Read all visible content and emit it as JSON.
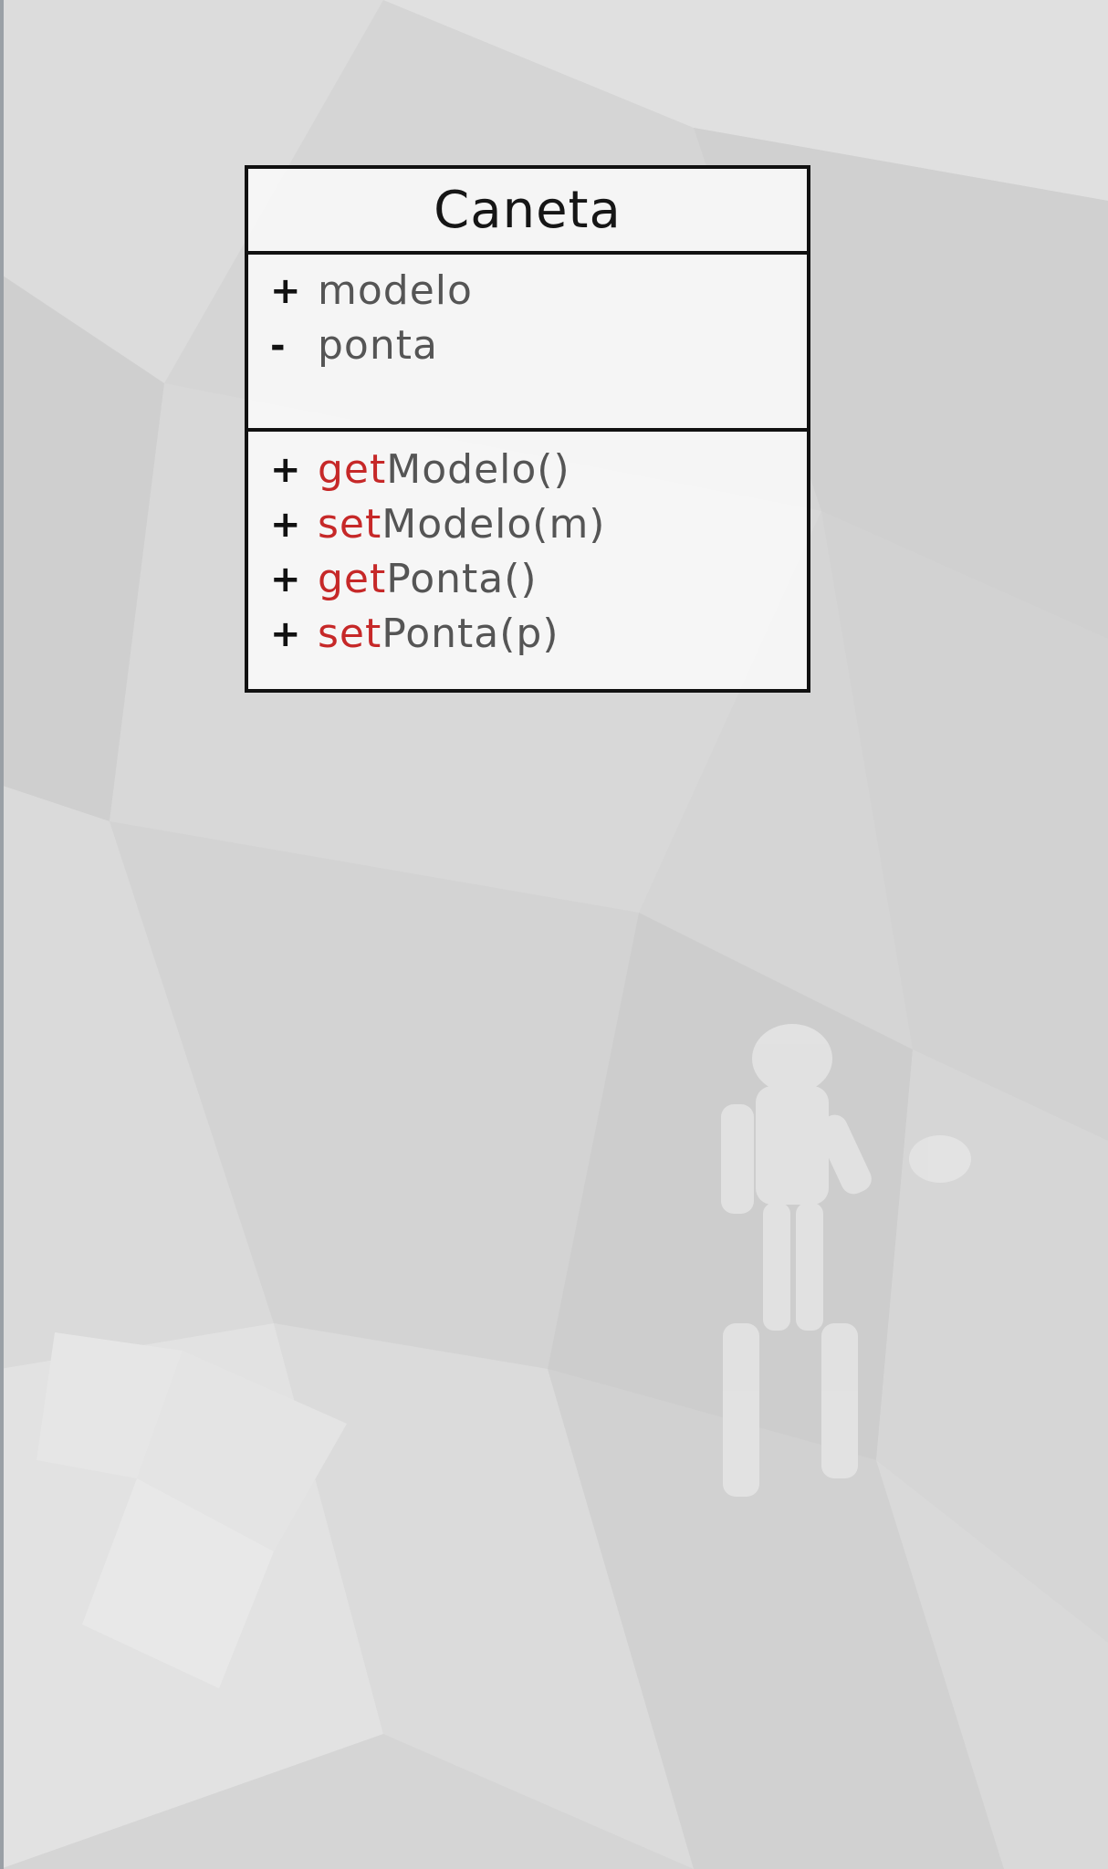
{
  "diagram": {
    "class_name": "Caneta",
    "attributes": [
      {
        "visibility": "+",
        "name": "modelo"
      },
      {
        "visibility": "-",
        "name": "ponta"
      }
    ],
    "methods": [
      {
        "visibility": "+",
        "prefix": "get",
        "rest": "Modelo()"
      },
      {
        "visibility": "+",
        "prefix": "set",
        "rest": "Modelo(m)"
      },
      {
        "visibility": "+",
        "prefix": "get",
        "rest": "Ponta()"
      },
      {
        "visibility": "+",
        "prefix": "set",
        "rest": "Ponta(p)"
      }
    ]
  },
  "colors": {
    "accessor_prefix": "#c62828",
    "member_text": "#555555",
    "border": "#111111",
    "background": "#d6d6d6"
  }
}
